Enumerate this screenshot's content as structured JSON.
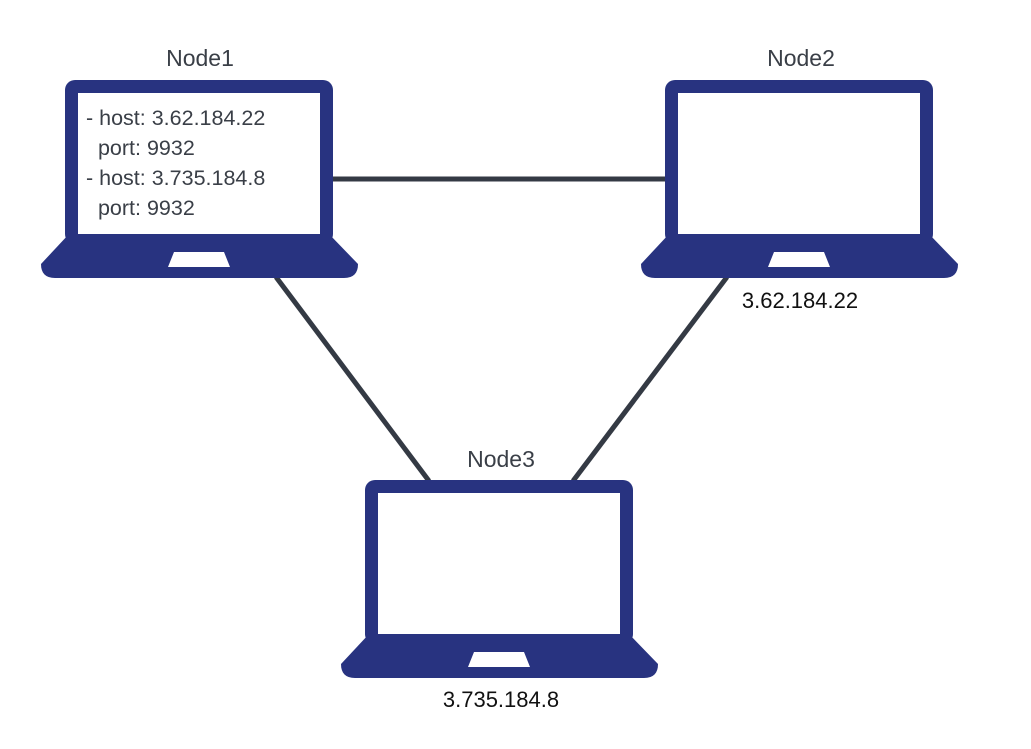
{
  "colors": {
    "laptop": "#283380",
    "screen": "#ffffff",
    "link": "#343a44",
    "title_text": "#3a3f47",
    "ip_text": "#111111"
  },
  "nodes": [
    {
      "id": "node1",
      "title": "Node1",
      "ip": ""
    },
    {
      "id": "node2",
      "title": "Node2",
      "ip": "3.62.184.22"
    },
    {
      "id": "node3",
      "title": "Node3",
      "ip": "3.735.184.8"
    }
  ],
  "links": [
    {
      "from": "node1",
      "to": "node2"
    },
    {
      "from": "node1",
      "to": "node3"
    },
    {
      "from": "node2",
      "to": "node3"
    }
  ],
  "node1_config": {
    "lines": [
      "- host: 3.62.184.22",
      "  port: 9932",
      "- host: 3.735.184.8",
      "  port: 9932"
    ]
  },
  "icons": {
    "laptop": "laptop-icon"
  }
}
